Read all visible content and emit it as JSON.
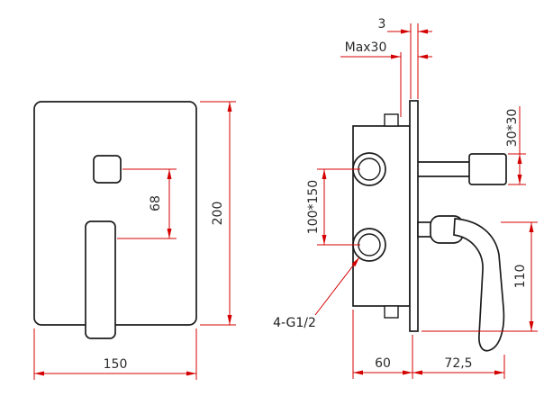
{
  "drawing": {
    "type": "technical-dimension-drawing",
    "subject": "concealed shower mixer valve, front and side views",
    "colors": {
      "outline": "#1c1c1c",
      "dimension": "#d40000",
      "text": "#2b2b2b",
      "background": "#ffffff"
    },
    "front_view": {
      "plate_width": "150",
      "plate_height": "200",
      "button_to_lever": "68"
    },
    "side_view": {
      "plate_thickness": "3",
      "max_wall_depth": "Max30",
      "outlet_size": "30*30",
      "port_spacing": "100*150",
      "lever_drop": "110",
      "body_depth": "60",
      "handle_reach": "72,5",
      "thread_callout": "4-G1/2"
    }
  }
}
